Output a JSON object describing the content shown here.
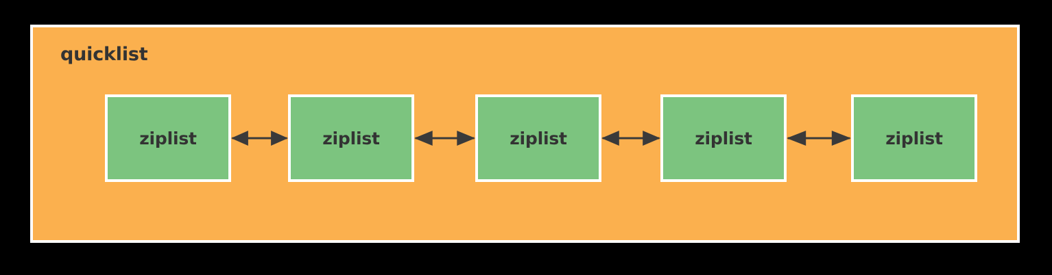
{
  "diagram": {
    "container": {
      "label": "quicklist",
      "background_color": "#fbb04e",
      "border_color": "#ffffff"
    },
    "page_background_color": "#000000",
    "text_color": "#333333",
    "node_color": "#7cc47f",
    "node_border_color": "#ffffff",
    "arrow_color": "#3a3a3a",
    "nodes": [
      {
        "label": "ziplist"
      },
      {
        "label": "ziplist"
      },
      {
        "label": "ziplist"
      },
      {
        "label": "ziplist"
      },
      {
        "label": "ziplist"
      }
    ],
    "connectors": [
      {
        "name": "double-arrow",
        "from": "ziplist-1",
        "to": "ziplist-2",
        "style": "bidirectional"
      },
      {
        "name": "double-arrow",
        "from": "ziplist-2",
        "to": "ziplist-3",
        "style": "bidirectional"
      },
      {
        "name": "double-arrow",
        "from": "ziplist-3",
        "to": "ziplist-4",
        "style": "bidirectional"
      },
      {
        "name": "double-arrow",
        "from": "ziplist-4",
        "to": "ziplist-5",
        "style": "bidirectional"
      }
    ]
  }
}
